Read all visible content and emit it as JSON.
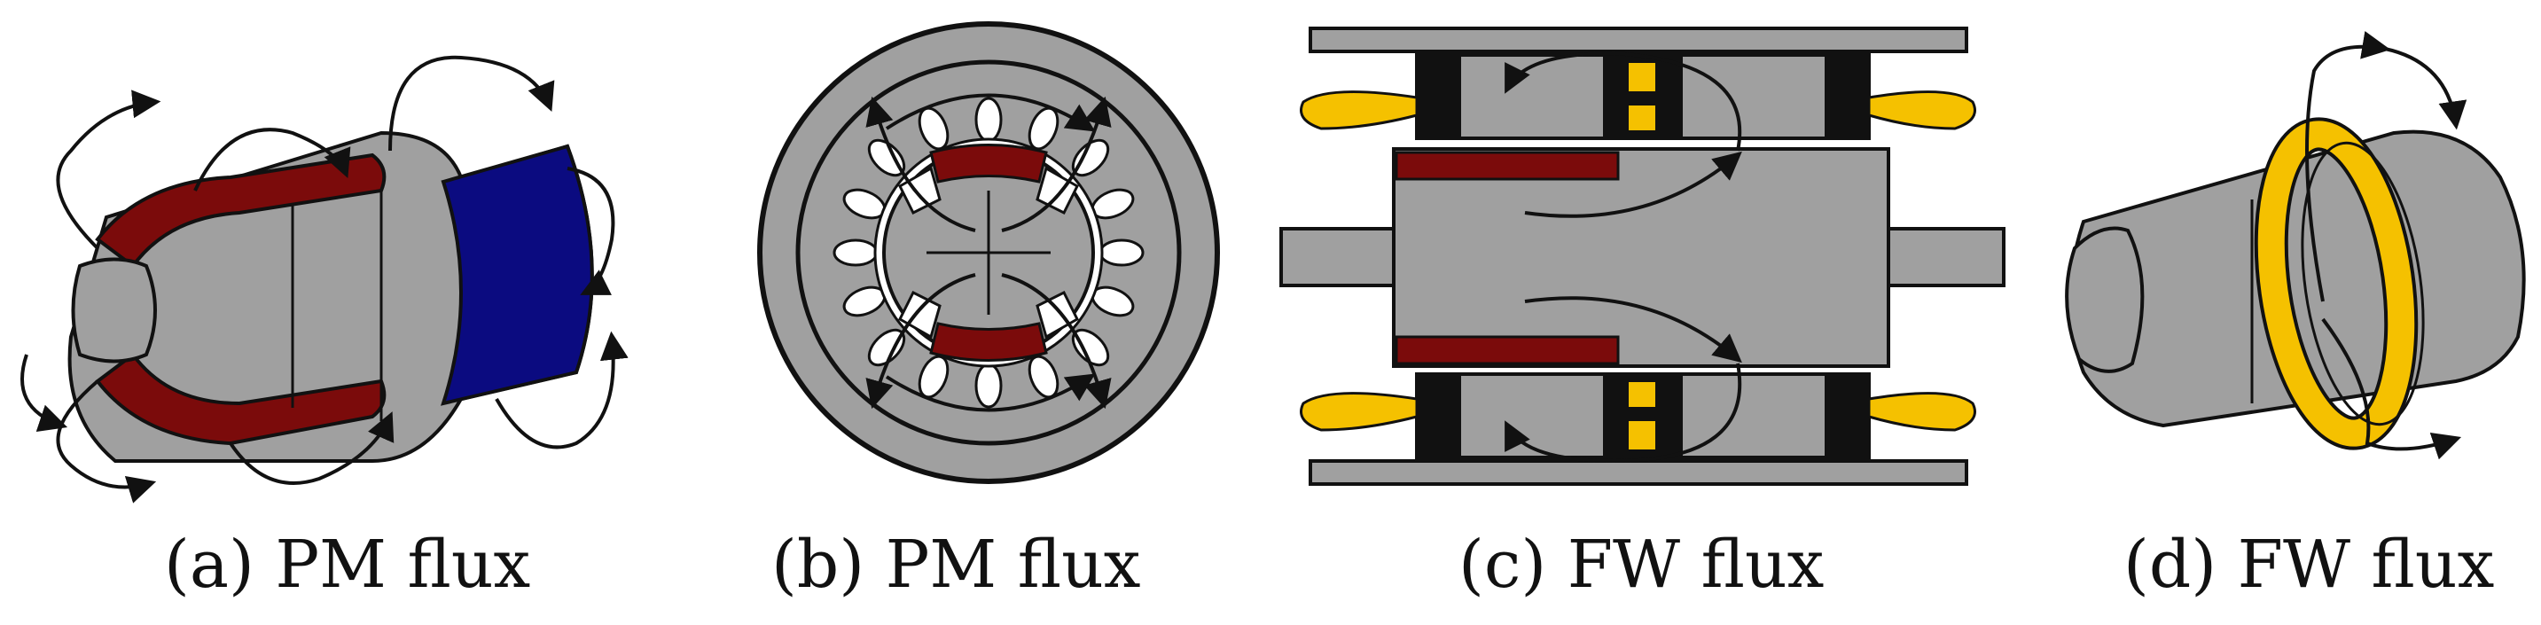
{
  "colors": {
    "iron": "#a0a0a0",
    "outline": "#111111",
    "magnet_red": "#7b0b0b",
    "magnet_blue": "#0b0b80",
    "winding_yellow": "#f5c100",
    "background": "#ffffff"
  },
  "panels": [
    {
      "caption": "(a) PM flux"
    },
    {
      "caption": "(b) PM flux"
    },
    {
      "caption": "(c) FW flux"
    },
    {
      "caption": "(d) FW flux"
    }
  ]
}
